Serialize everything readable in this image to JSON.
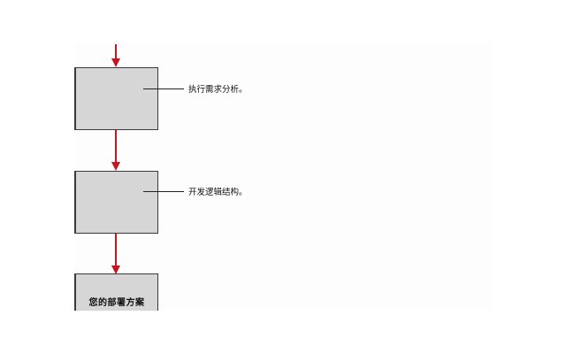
{
  "diagram": {
    "type": "flowchart-vertical",
    "colors": {
      "arrow": "#c8141e",
      "box_fill": "#d6d6d6",
      "box_border": "#3a3a3a"
    },
    "steps": [
      {
        "label": "",
        "note": "执行需求分析。"
      },
      {
        "label": "",
        "note": "开发逻辑结构。"
      },
      {
        "label": "您的部署方案",
        "note": ""
      }
    ]
  }
}
